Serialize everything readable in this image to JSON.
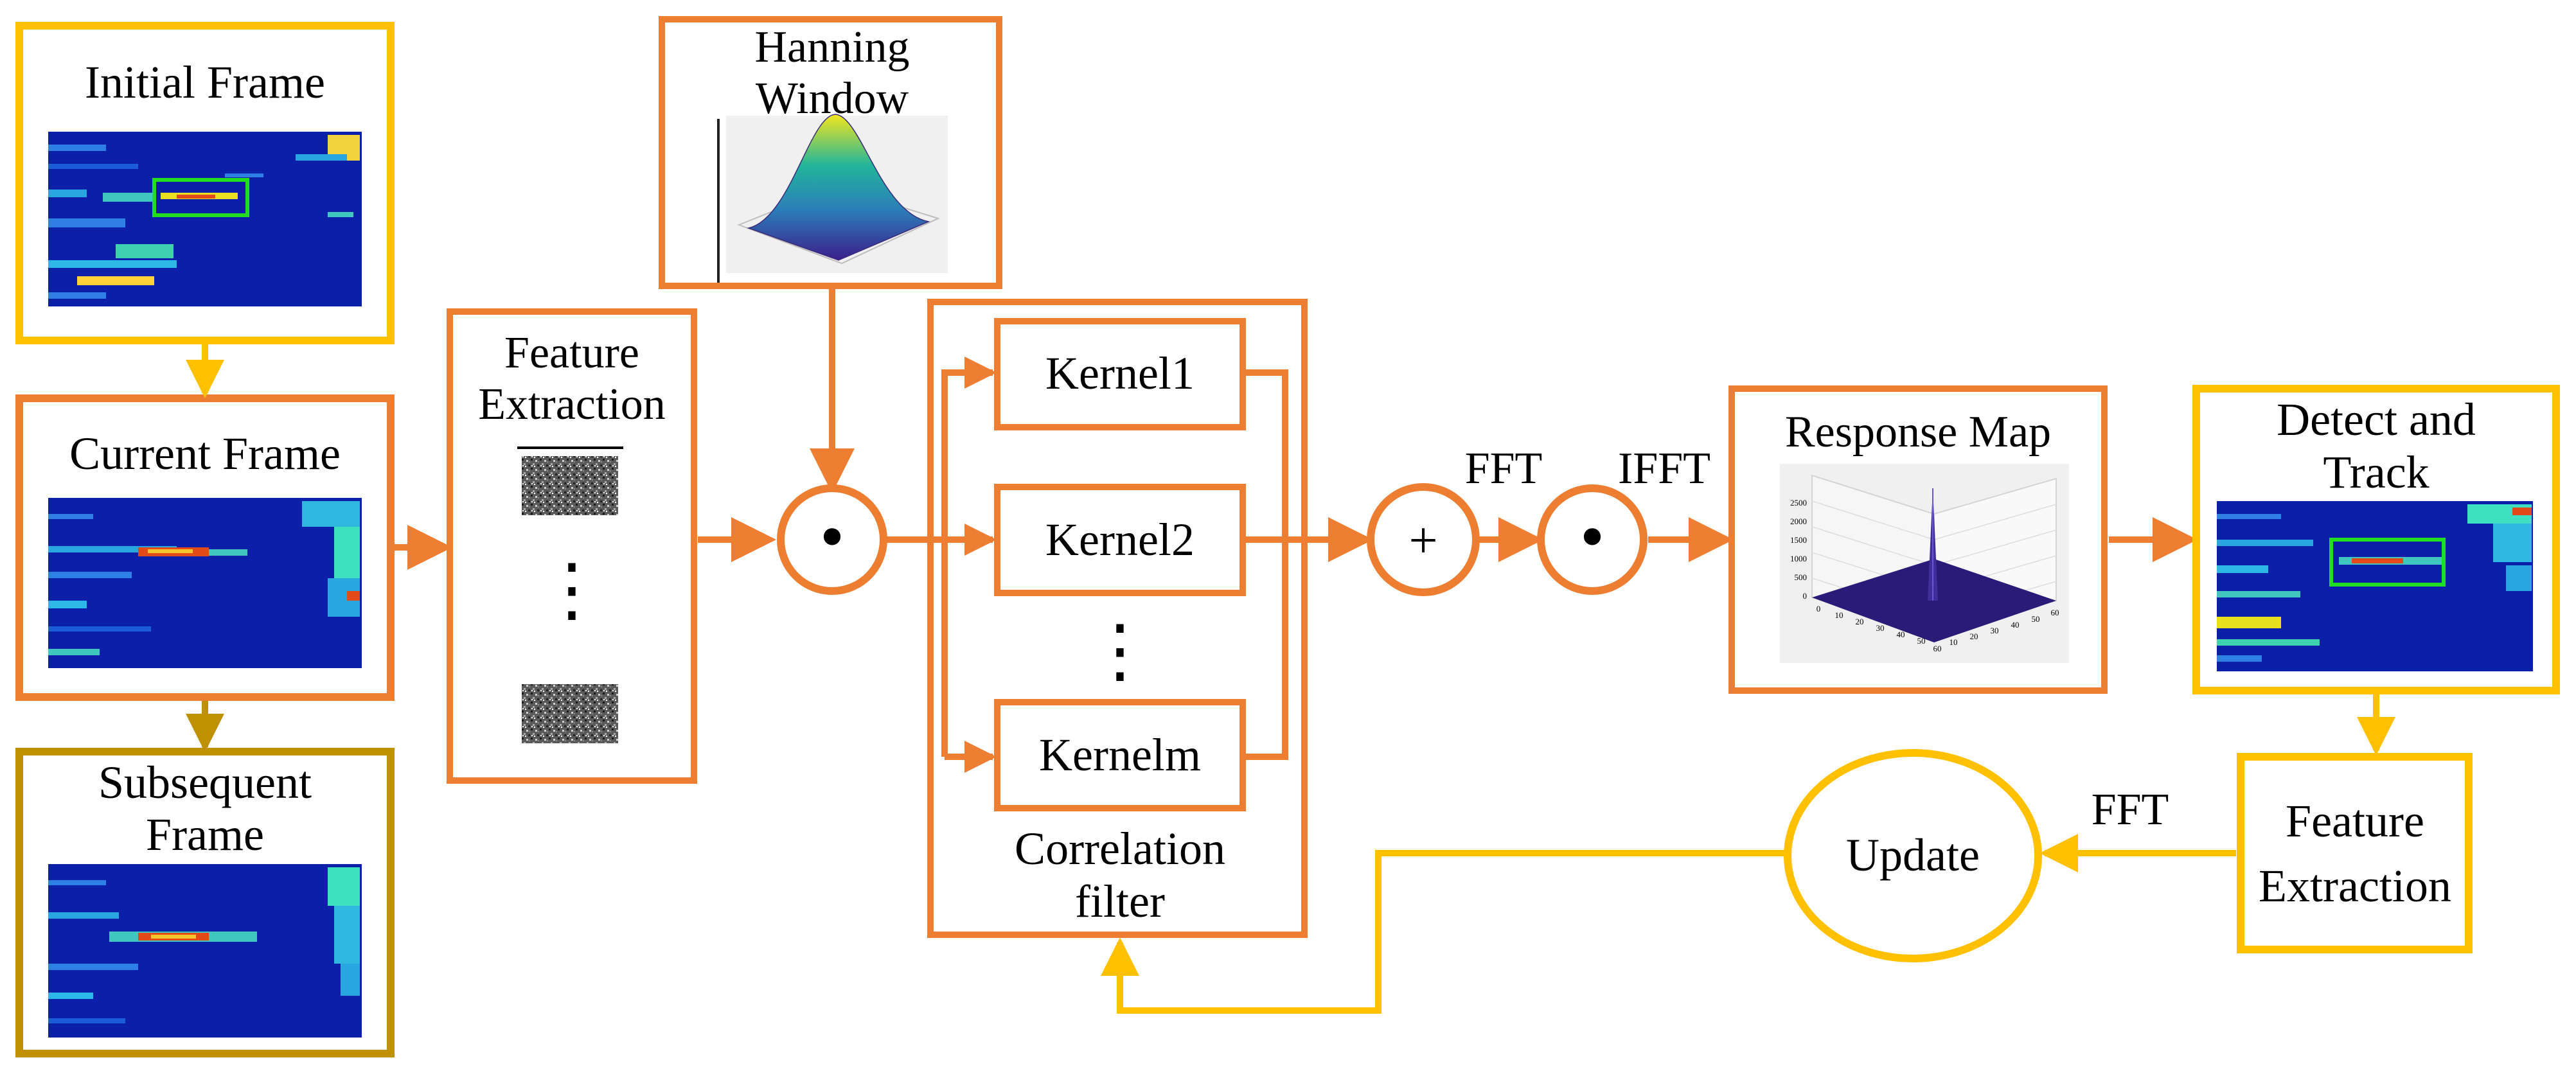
{
  "colors": {
    "orange": "#ED7D31",
    "yellow": "#FFC000",
    "dark_gold": "#BF9000",
    "green_box": "#22DD22",
    "heat_bg": "#0B1FA8",
    "plot_bg": "#F0F0F0",
    "response_floor": "#2A1B78"
  },
  "frames": {
    "initial": "Initial Frame",
    "current": "Current Frame",
    "subsequent_line1": "Subsequent",
    "subsequent_line2": "Frame"
  },
  "feature_extraction": {
    "line1": "Feature",
    "line2": "Extraction",
    "ellipsis": "⋮"
  },
  "hanning": {
    "line1": "Hanning",
    "line2": "Window"
  },
  "operators": {
    "dot": "•",
    "plus": "+"
  },
  "correlation": {
    "kernels": [
      "Kernel1",
      "Kernel2",
      "Kernelm"
    ],
    "ellipsis": "⋮",
    "title_line1": "Correlation",
    "title_line2": "filter"
  },
  "fft_label": "FFT",
  "ifft_label": "IFFT",
  "response_map": {
    "title": "Response Map",
    "z_ticks": [
      "2500",
      "2000",
      "1500",
      "1000",
      "500",
      "0"
    ],
    "x_ticks": [
      "0",
      "10",
      "20",
      "30",
      "40",
      "50",
      "60"
    ],
    "y_ticks": [
      "10",
      "20",
      "30",
      "40",
      "50",
      "60"
    ]
  },
  "detect_track": {
    "line1": "Detect and",
    "line2": "Track"
  },
  "feature_extraction_right": {
    "line1": "Feature",
    "line2": "Extraction"
  },
  "update": {
    "label": "Update",
    "fft_label": "FFT"
  }
}
